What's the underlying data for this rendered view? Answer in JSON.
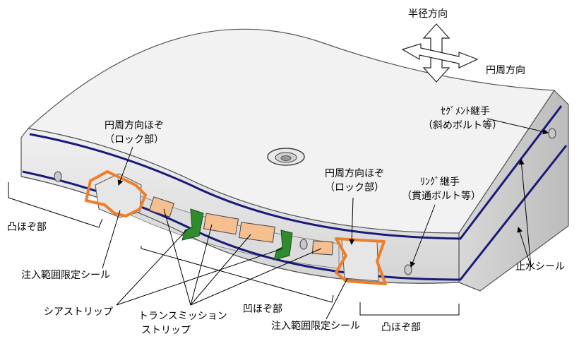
{
  "labels": {
    "radial_direction": "半径方向",
    "circumferential_direction": "円周方向",
    "segment_joint": "ｾｸﾞﾒﾝﾄ継手",
    "segment_joint_sub": "（斜めボルト等）",
    "ring_joint": "ﾘﾝｸﾞ継手",
    "ring_joint_sub": "（貫通ボルト等）",
    "tenon_left": "円周方向ほぞ",
    "tenon_left_sub": "（ロック部）",
    "tenon_right": "円周方向ほぞ",
    "tenon_right_sub": "（ロック部）",
    "convex_left": "凸ほぞ部",
    "injection_seal_left": "注入範囲限定シール",
    "shear_strip": "シアストリップ",
    "transmission_strip_1": "トランスミッション",
    "transmission_strip_2": "ストリップ",
    "concave": "凹ほぞ部",
    "injection_seal_bottom": "注入範囲限定シール",
    "convex_right": "凸ほぞ部",
    "water_seal": "止水シール"
  },
  "colors": {
    "segment_top": "#f2f2f2",
    "segment_face": "#e3e3e3",
    "segment_side": "#cfcfcf",
    "seal_blue": "#1a1a7a",
    "orange_seal": "#f07d28",
    "green_strip": "#2e8b2e",
    "transmission_fill": "#f5bf90",
    "outline": "#333333"
  }
}
